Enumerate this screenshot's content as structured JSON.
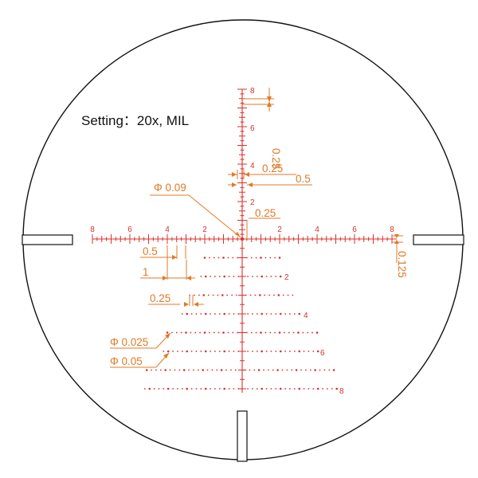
{
  "setting_label": "Setting：20x, MIL",
  "colors": {
    "reticle": "#d9302a",
    "annotation": "#e07a28",
    "outline": "#111111"
  },
  "horizontal_scale": {
    "left_labels": [
      "8",
      "6",
      "4",
      "2"
    ],
    "right_labels": [
      "2",
      "4",
      "6",
      "8"
    ]
  },
  "vertical_scale": {
    "up_labels": [
      "2",
      "4",
      "6",
      "8"
    ]
  },
  "holdover_row_labels": [
    "2",
    "4",
    "6",
    "8"
  ],
  "annotations": {
    "center_dot": "Φ 0.09",
    "vertical_subtension": "0.25",
    "upper_small": "0.25",
    "upper_large": "0.5",
    "lower_small": "0.25",
    "right_vertical": "0.125",
    "horizontal_half": "0.5",
    "horizontal_one": "1",
    "dot_spacing": "0.25",
    "dot_small": "Φ 0.025",
    "dot_large": "Φ 0.05"
  },
  "icons": [
    "reticle-outline",
    "post-left",
    "post-right",
    "post-bottom"
  ]
}
